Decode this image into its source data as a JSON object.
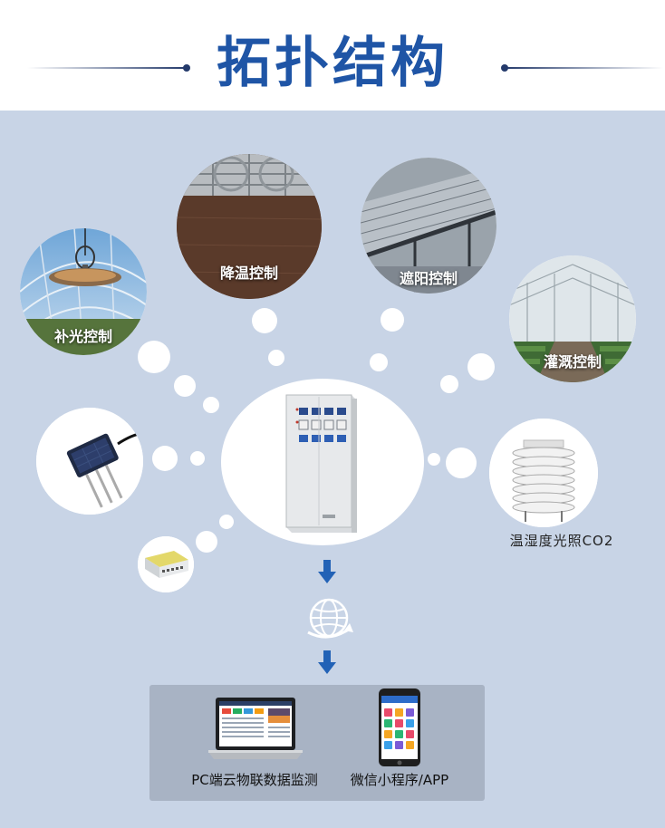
{
  "header": {
    "title": "拓扑结构"
  },
  "nodes": {
    "fill_light": {
      "label": "补光控制"
    },
    "cooling": {
      "label": "降温控制"
    },
    "shading": {
      "label": "遮阳控制"
    },
    "irrigation": {
      "label": "灌溉控制"
    },
    "env_sensor": {
      "label": "温湿度光照CO2"
    }
  },
  "outputs": {
    "pc": {
      "label": "PC端云物联数据监测"
    },
    "mobile": {
      "label": "微信小程序/APP"
    }
  },
  "colors": {
    "title": "#1f55a6",
    "background": "#c8d4e6",
    "arrow": "#2262b6",
    "panel": "#a8b3c4"
  }
}
